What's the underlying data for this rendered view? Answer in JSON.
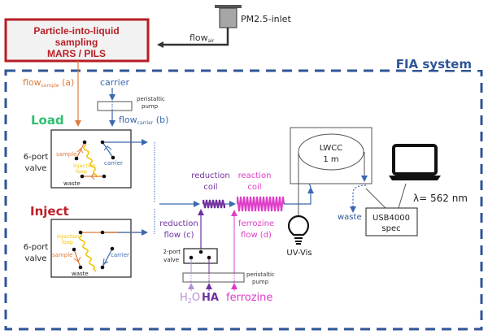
{
  "colors": {
    "pils_red": "#b81e25",
    "fia_blue": "#2f5597",
    "sample_orange": "#e07b39",
    "carrier_blue": "#3a68b0",
    "loop_yellow": "#f2c200",
    "load_green": "#2fbf71",
    "inject_red": "#c0202a",
    "reduction_purple": "#7030a0",
    "h2o_lilac": "#b48fd9",
    "ferrozine_magenta": "#e03cc8",
    "waste_blue": "#2f5597"
  },
  "pils": {
    "line1": "Particle-into-liquid",
    "line2": "sampling",
    "line3": "MARS / PILS"
  },
  "inlet": {
    "label": "PM2.5-inlet",
    "flow_main": "flow",
    "flow_sub": "air"
  },
  "fia": {
    "title": "FIA system"
  },
  "flows": {
    "sample_main": "flow",
    "sample_sub": "sample",
    "sample_suffix": " (a)",
    "carrier": "carrier",
    "carrier_main": "flow",
    "carrier_sub": "carrier",
    "carrier_suffix": " (b)"
  },
  "pump_top": {
    "line1": "peristaltic",
    "line2": "pump"
  },
  "load": {
    "title": "Load",
    "valve_line1": "6-port",
    "valve_line2": "valve",
    "sample": "sample",
    "loop_line1": "injection",
    "loop_line2": "loop",
    "waste": "waste",
    "carrier": "carrier"
  },
  "inject": {
    "title": "Inject",
    "valve_line1": "6-port",
    "valve_line2": "valve",
    "sample": "sample",
    "loop_line1": "injection",
    "loop_line2": "loop",
    "waste": "waste",
    "carrier": "carrier"
  },
  "reduction": {
    "coil_line1": "reduction",
    "coil_line2": "coil",
    "flow_line1": "reduction",
    "flow_line2": "flow (c)"
  },
  "reaction": {
    "coil_line1": "reaction",
    "coil_line2": "coil",
    "flow_line1": "ferrozine",
    "flow_line2": "flow (d)"
  },
  "valve2": {
    "line1": "2-port",
    "line2": "valve"
  },
  "pump_bottom": {
    "line1": "peristaltic",
    "line2": "pump"
  },
  "reagents": {
    "h2o_main": "H",
    "h2o_sub": "2",
    "h2o_end": "O",
    "ha": "HA",
    "ferrozine": "ferrozine"
  },
  "lamp": {
    "label": "UV-Vis"
  },
  "lwcc": {
    "line1": "LWCC",
    "line2": "1 m"
  },
  "waste": {
    "label": "waste"
  },
  "spec": {
    "line1": "USB4000",
    "line2": "spec"
  },
  "wavelength": {
    "label": "λ= 562 nm"
  }
}
